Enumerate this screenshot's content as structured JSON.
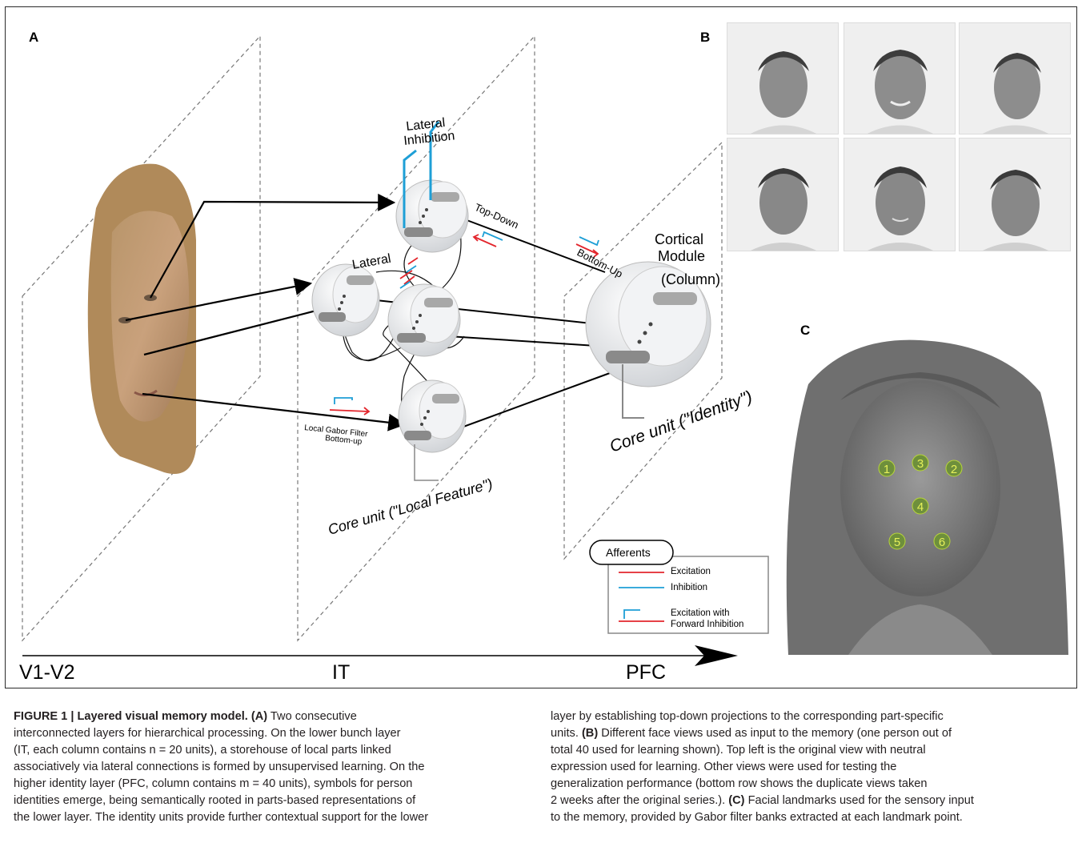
{
  "panels": {
    "a": "A",
    "b": "B",
    "c": "C"
  },
  "layers": {
    "v1": "V1-V2",
    "it": "IT",
    "pfc": "PFC"
  },
  "labels": {
    "lateral_inhibition_1": "Lateral",
    "lateral_inhibition_2": "Inhibition",
    "top_down": "Top-Down",
    "bottom_up": "Bottom-Up",
    "lateral": "Lateral",
    "cortical_module_1": "Cortical",
    "cortical_module_2": "Module",
    "cortical_module_3": "(Column)",
    "local_gabor_1": "Local Gabor Filter",
    "local_gabor_2": "Bottom-up",
    "core_unit_local": "Core unit (\"Local Feature\")",
    "core_unit_identity": "Core unit (\"Identity\")"
  },
  "legend": {
    "title": "Afferents",
    "excitation": "Excitation",
    "inhibition": "Inhibition",
    "forward_1": "Excitation with",
    "forward_2": "Forward Inhibition"
  },
  "landmarks": [
    "1",
    "2",
    "3",
    "4",
    "5",
    "6"
  ],
  "colors": {
    "excitation": "#e3262d",
    "inhibition": "#1e9fd6",
    "landmark": "#b9d63a"
  },
  "caption": {
    "left": [
      {
        "bold": "FIGURE 1 | Layered visual memory model. (A)",
        "text": " Two consecutive"
      },
      {
        "text": "interconnected layers for hierarchical processing. On the lower bunch layer"
      },
      {
        "text": "(IT, each column contains n = 20 units), a storehouse of local parts linked"
      },
      {
        "text": "associatively via lateral connections is formed by unsupervised learning. On the"
      },
      {
        "text": "higher identity layer (PFC, column contains m = 40 units), symbols for person"
      },
      {
        "text": "identities emerge, being semantically rooted in parts-based representations of"
      },
      {
        "text": "the lower layer. The identity units provide further contextual support for the lower"
      }
    ],
    "right": [
      {
        "text": "layer by establishing top-down projections to the corresponding part-specific"
      },
      {
        "text": "units.",
        "bold": " (B)",
        "tail": " Different face views used as input to the memory (one person out of"
      },
      {
        "text": "total 40 used for learning shown). Top left is the original view with neutral"
      },
      {
        "text": "expression used for learning. Other views were used for testing the"
      },
      {
        "text": "generalization performance (bottom row shows the duplicate views taken"
      },
      {
        "text": "2 weeks after the original series.).",
        "bold": " (C)",
        "tail": " Facial landmarks used for the sensory input"
      },
      {
        "text": "to the memory, provided by Gabor filter banks extracted at each landmark point."
      }
    ]
  }
}
